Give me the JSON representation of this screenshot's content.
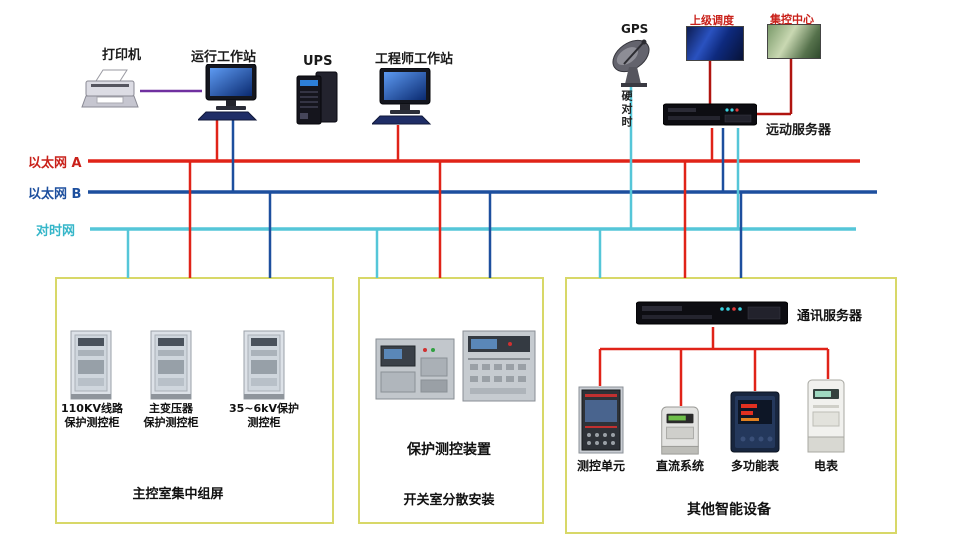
{
  "bus_labels": {
    "ethernet_a": "以太网 A",
    "ethernet_b": "以太网 B",
    "time_net": "对时网"
  },
  "colors": {
    "ethernet_a": "#e02318",
    "ethernet_b": "#1d4f9e",
    "time_net": "#55c6d8",
    "printer_link": "#7030a0",
    "box_border": "#d8d868"
  },
  "top": {
    "printer": "打印机",
    "operator_workstation": "运行工作站",
    "ups": "UPS",
    "engineer_workstation": "工程师工作站",
    "gps": "GPS",
    "hard_time_sync": "硬对时",
    "superior_dispatch": "上级调度",
    "central_control": "集控中心",
    "remote_server": "远动服务器"
  },
  "left_box": {
    "cabinets": [
      {
        "line1": "110KV线路",
        "line2": "保护测控柜"
      },
      {
        "line1": "主变压器",
        "line2": "保护测控柜"
      },
      {
        "line1": "35~6kV保护",
        "line2": "测控柜"
      }
    ],
    "caption": "主控室集中组屏"
  },
  "middle_box": {
    "device_label": "保护测控装置",
    "caption": "开关室分散安装"
  },
  "right_box": {
    "server_label": "通讯服务器",
    "devices": [
      "测控单元",
      "直流系统",
      "多功能表",
      "电表"
    ],
    "caption": "其他智能设备"
  }
}
